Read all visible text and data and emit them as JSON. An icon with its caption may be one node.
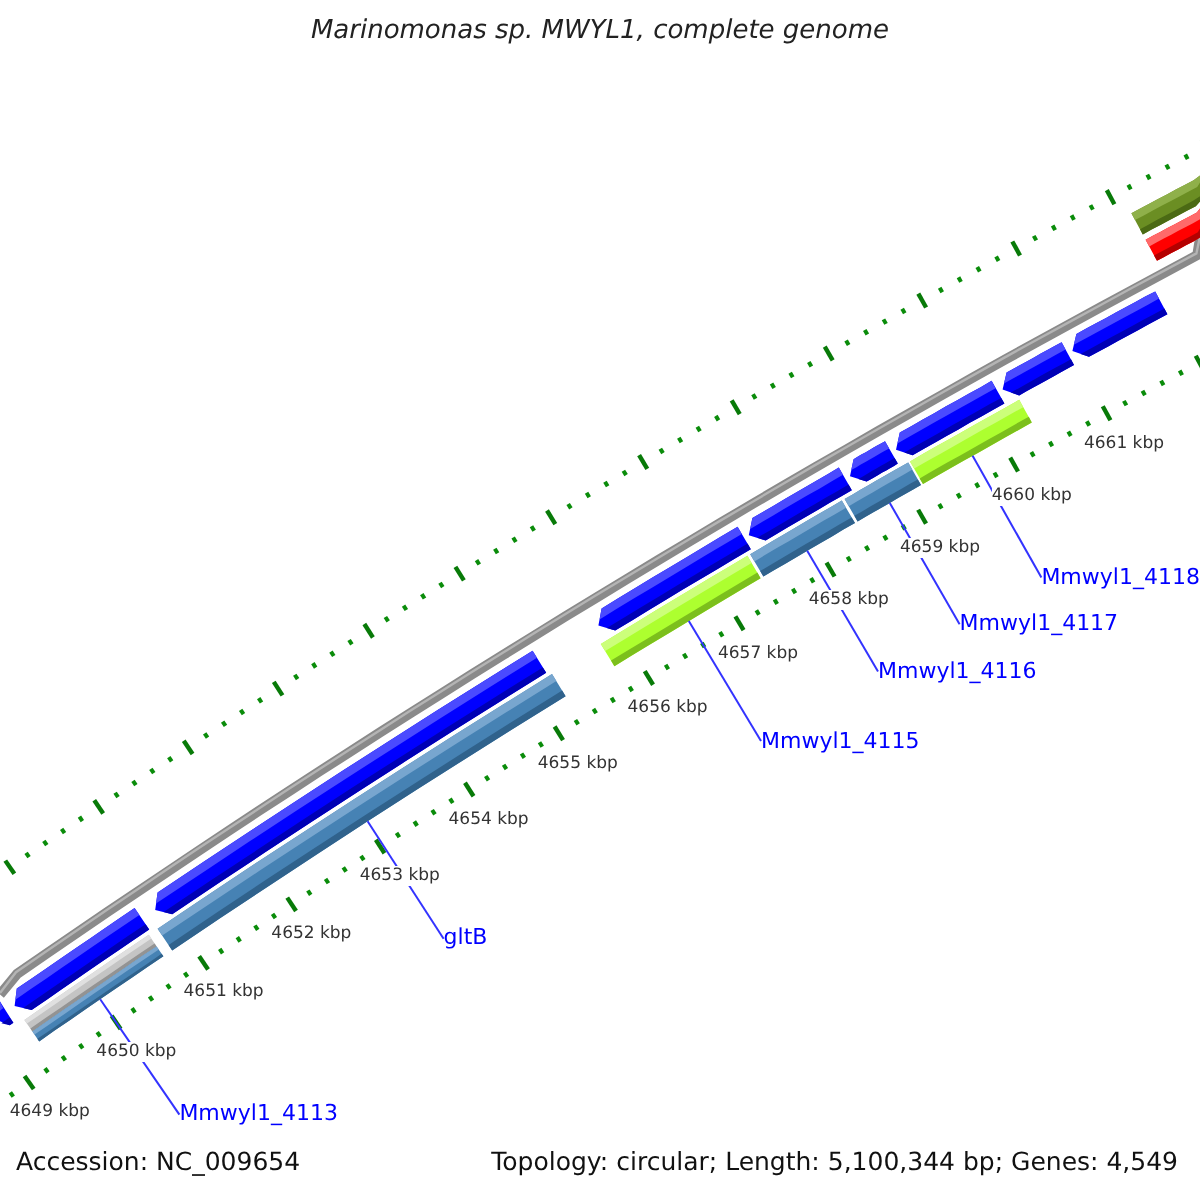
{
  "diagram": {
    "title": "Marinomonas sp. MWYL1, complete genome",
    "nodes": [
      {
        "text": [],
        "shape": "bar"
      },
      {
        "text": [],
        "shape": "bar"
      },
      {
        "text": [],
        "shape": "bar"
      },
      {
        "text": [],
        "shape": "bar"
      },
      {
        "text": [],
        "shape": "bar"
      },
      {
        "text": [],
        "shape": "bar"
      },
      {
        "text": [
          "Mmwyl1_4113"
        ]
      },
      {
        "text": [
          "gltB"
        ]
      },
      {
        "text": [
          "Mmwyl1_4115"
        ]
      },
      {
        "text": [
          "Mmwyl1_4116"
        ]
      },
      {
        "text": [
          "Mmwyl1_4117"
        ]
      },
      {
        "text": [
          "Mmwyl1_4118"
        ]
      },
      {
        "text": [],
        "shape": "arrow"
      },
      {
        "text": [],
        "shape": "arrow"
      },
      {
        "text": [],
        "shape": "arrow"
      },
      {
        "text": [],
        "shape": "arrow"
      },
      {
        "text": [],
        "shape": "arrow"
      },
      {
        "text": [],
        "shape": "arrow"
      },
      {
        "text": [],
        "shape": "arrow"
      },
      {
        "text": [],
        "shape": "arrow"
      },
      {
        "text": [],
        "shape": "arrow"
      },
      {
        "text": [],
        "shape": "bar"
      },
      {
        "text": [],
        "shape": "bar"
      }
    ],
    "edges": [
      {
        "from": 6,
        "to": 0,
        "arrow": "none"
      },
      {
        "from": 7,
        "to": 1,
        "arrow": "none"
      },
      {
        "from": 8,
        "to": 2,
        "arrow": "none"
      },
      {
        "from": 9,
        "to": 3,
        "arrow": "none"
      },
      {
        "from": 10,
        "to": 4,
        "arrow": "none"
      },
      {
        "from": 11,
        "to": 5,
        "arrow": "none"
      }
    ],
    "labels": [
      "4661 kbp",
      "4660 kbp",
      "4659 kbp",
      "4658 kbp",
      "4657 kbp",
      "4656 kbp",
      "4655 kbp",
      "4654 kbp",
      "4653 kbp",
      "4652 kbp",
      "4651 kbp",
      "4650 kbp",
      "4649 kbp",
      "Accession: NC_009654",
      "Topology: circular; Length: 5,100,344 bp; Genes: 4,549"
    ]
  }
}
